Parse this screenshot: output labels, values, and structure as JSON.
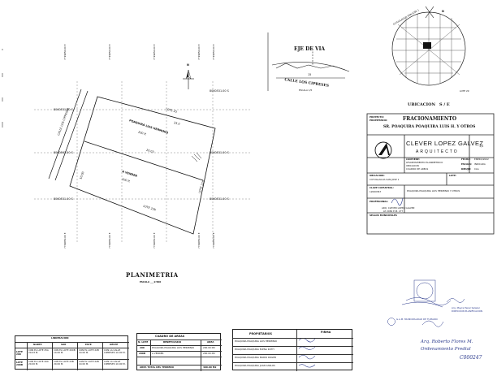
{
  "plan": {
    "title": "PLANIMETRIA",
    "scale": "ESCALA ___1:500",
    "lot_owner_label": "POAQUIRA LUIS HERMINIO",
    "lot_owner_area": "200 ft",
    "lot_sale_label": "A VENDER",
    "lot_sale_area": "200 ft",
    "lote_top": "LOTE 25",
    "lote_right": "LOTE 22B",
    "lote_bottom": "LOTE 23b",
    "street_left": "CALLE LOS CIPRESES",
    "north_label": "N",
    "coords_left": [
      "8060531.00 S",
      "8060561.00 S",
      "8060531.00 S"
    ],
    "coords_right": [
      "8060531.00 S",
      "8060531.00 S",
      "8060531.00 S"
    ],
    "coords_top": [
      "7719850.00 E",
      "7719850.00 E",
      "7719850.00 E",
      "7719850.00 E",
      "7719850.00 E"
    ],
    "coords_bottom": [
      "7719850.00 E",
      "7719850.00 E",
      "7719850.00 E",
      "7719850.00 E",
      "7719850.00 E"
    ],
    "dim_top": "25.0",
    "dim_left": "10.00",
    "dim_mid": "20.03"
  },
  "street_section": {
    "title": "EJE DE VIA",
    "street": "CALLE LOS CIPRESES",
    "scale": "ESCALA 1/5",
    "width": "15"
  },
  "location": {
    "label": "UBICACION",
    "page": "S / E",
    "district": "CUTUGLAGUA SAN JOSE 1",
    "lote": "LOTE 29",
    "north": "N"
  },
  "title_block": {
    "project_label": "PROYECTO:",
    "owner_label": "PROPIETARIO:",
    "title": "FRACIONAMIENTO",
    "subtitle": "SR. POAQUIRA POAQUIRA LUIS H. Y OTROS",
    "architect": "CLEVER LOPEZ GALVEZ",
    "role": "ARQUITECTO",
    "sheet": "1/1",
    "contents_label": "CONTIENE:",
    "contents": [
      "LEVANTAMIENTO PLANIMETRICO",
      "UBICACION",
      "CUADRO DE AREAS"
    ],
    "date_label": "FECHA:",
    "date": "ENERO/2022",
    "scale_label": "ESCALA:",
    "scale": "INDICADA",
    "drawing_label": "DIBUJO:",
    "drawing": "CLG",
    "location_label": "UBICACION:",
    "location": "CUTUGLAGUA  SAN JOSE 1",
    "lote_label": "LOTE:",
    "owner_name": "POAQUIRA POAQUIRA LUIS HERMINIO Y OTROS",
    "key_label": "CLAVE CATASTRAL:",
    "key": "12000367",
    "prof_label": "PROFESIONAL:",
    "prof_stamp": "ARQ. CLEVER LOPEZ GALVEZ",
    "prof_reg": "LP 2984  E.M. 277",
    "seal_label": "SELLOS MUNICIPALES"
  },
  "municipal": {
    "office": "G.A.M. MUNICIPALIDAD DE TUMARIO",
    "signer": "Arq. Mayra Perez Salazar",
    "signer_role": "DIRECCION PLANIFICACION",
    "note": "Arq. Roberto Flores M.",
    "note2": "Ordenamiento Predial",
    "code": "C000247"
  },
  "tables": {
    "limits_title": "LINDERACION",
    "limits_headers": [
      "NORTE",
      "SUR",
      "ESTE",
      "OESTE"
    ],
    "limits_rows": [
      [
        "LOTE 200",
        "CON EL LOTE 25A 20.03 M.",
        "CON EL LOTE 200B 10.00 M.",
        "CON EL LOTE 22B 10.00 M.",
        "CON LA CALLE CIPRESES 10.00 M."
      ],
      [
        "LOTE 200B",
        "CON EL LOTE 200 20.00 M.",
        "CON EL LOTE 23B 20.00 M.",
        "CON EL LOTE 22B 10.00 M.",
        "CON LA CALLE CIPRESES 10.00 M."
      ]
    ],
    "areas_title": "CUADRO DE AREAS",
    "areas_headers": [
      "N. LOTE",
      "BENEFICIARIO",
      "AREA"
    ],
    "areas_rows": [
      [
        "200",
        "POAQUIRA POAQUIRA LUIS HERMINIO",
        "200.00 M2"
      ],
      [
        "200B",
        "A VENDER",
        "200.00 M2"
      ]
    ],
    "areas_total_label": "AREA TOTAL DEL TERRENO",
    "areas_total": "400.00 M2",
    "owners_title": "PROPIETARIOS",
    "firm_title": "FIRMA",
    "owners": [
      "POAQUIRA POAQUIRA LUIS HERMINIO",
      "POAQUIRA POAQUIRA ELENA RUTH",
      "POAQUIRA POAQUIRA MARIO ROGER",
      "POAQUIRA POAQUIRA JUAN CARLOS"
    ]
  }
}
